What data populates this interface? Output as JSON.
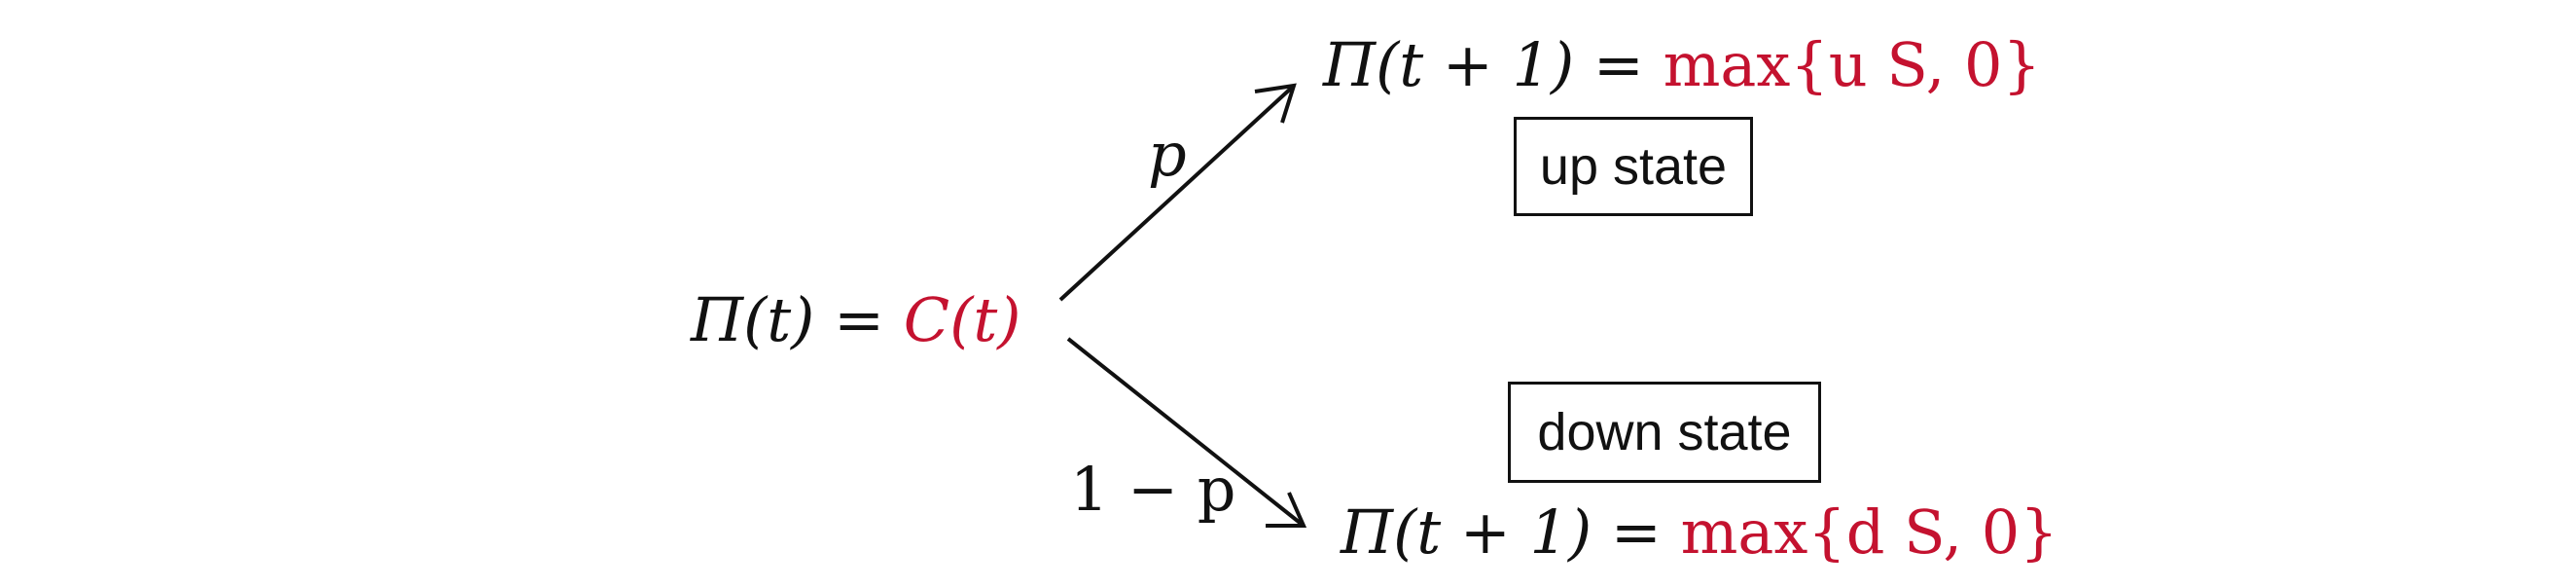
{
  "root": {
    "lhs": "Π(t) =",
    "rhs": "C(t)"
  },
  "branches": [
    {
      "probability": "p",
      "lhs": "Π(t + 1) =",
      "rhs": "max{u S,  0}",
      "state_label": "up state"
    },
    {
      "probability": "1 − p",
      "lhs": "Π(t + 1) =",
      "rhs": "max{d S,  0}",
      "state_label": "down state"
    }
  ],
  "colors": {
    "text": "#111111",
    "highlight": "#c4122f"
  }
}
